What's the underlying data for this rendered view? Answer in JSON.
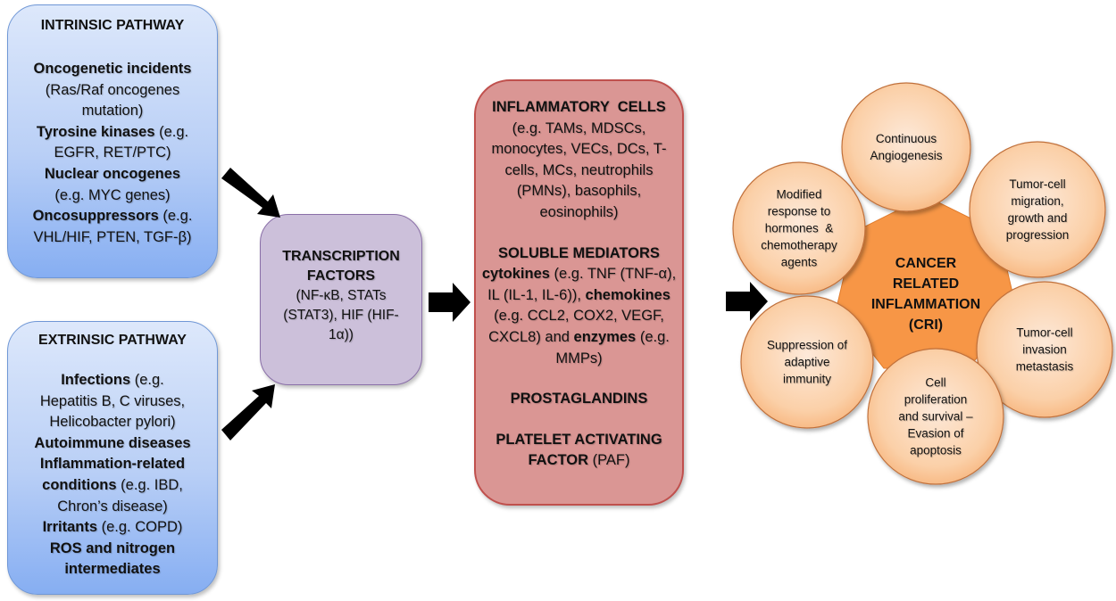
{
  "intrinsic": {
    "title": "INTRINSIC PATHWAY",
    "items": [
      {
        "bold": "Oncogenetic incidents",
        "rest": ""
      },
      {
        "bold": "",
        "rest": "(Ras/Raf oncogenes"
      },
      {
        "bold": "",
        "rest": "mutation)"
      },
      {
        "bold": "Tyrosine kinases",
        "rest": " (e.g."
      },
      {
        "bold": "",
        "rest": "EGFR, RET/PTC)"
      },
      {
        "bold": "Nuclear oncogenes",
        "rest": ""
      },
      {
        "bold": "",
        "rest": "(e.g. MYC genes)"
      },
      {
        "bold": "Oncosuppressors",
        "rest": " (e.g."
      },
      {
        "bold": "",
        "rest": "VHL/HIF, PTEN, TGF-β)"
      }
    ]
  },
  "extrinsic": {
    "title": "EXTRINSIC PATHWAY",
    "items": [
      {
        "bold": "Infections",
        "rest": " (e.g."
      },
      {
        "bold": "",
        "rest": "Hepatitis B, C viruses,"
      },
      {
        "bold": "",
        "rest": "Helicobacter pylori)"
      },
      {
        "bold": "Autoimmune diseases",
        "rest": ""
      },
      {
        "bold": "Inflammation-related",
        "rest": ""
      },
      {
        "bold": "conditions",
        "rest": " (e.g. IBD,"
      },
      {
        "bold": "",
        "rest": "Chron’s disease)"
      },
      {
        "bold": "Irritants",
        "rest": " (e.g. COPD)"
      },
      {
        "bold": "ROS and nitrogen",
        "rest": ""
      },
      {
        "bold": "intermediates",
        "rest": ""
      }
    ]
  },
  "transcription": {
    "title_lines": [
      "TRANSCRIPTION",
      "FACTORS"
    ],
    "detail_lines": [
      "(NF-κB, STATs",
      "(STAT3), HIF (HIF-",
      "1α))"
    ]
  },
  "mediators": {
    "cells_title": "INFLAMMATORY  CELLS",
    "cells_lines": [
      "(e.g. TAMs, MDSCs,",
      "monocytes, VECs, DCs, T-",
      "cells, MCs, neutrophils",
      "(PMNs), basophils,",
      "eosinophils)"
    ],
    "soluble_title": "SOLUBLE MEDIATORS",
    "soluble_lines": [
      {
        "bold": "cytokines",
        "rest": " (e.g. TNF (TNF-α),"
      },
      {
        "bold": "",
        "rest": "IL (IL-1, IL-6)), ",
        "bold2": "chemokines"
      },
      {
        "bold": "",
        "rest": "(e.g. CCL2, COX2, VEGF,"
      },
      {
        "bold": "",
        "rest": "CXCL8) and ",
        "bold2": "enzymes",
        "rest2": " (e.g."
      },
      {
        "bold": "",
        "rest": "MMPs)"
      }
    ],
    "prostaglandins": "PROSTAGLANDINS",
    "paf_line1": "PLATELET ACTIVATING",
    "paf_bold": "FACTOR",
    "paf_rest": " (PAF)"
  },
  "outcomes": {
    "center_lines": [
      "CANCER",
      "RELATED",
      "INFLAMMATION",
      "(CRI)"
    ],
    "circles": [
      {
        "id": "angiogenesis",
        "lines": [
          "Continuous",
          "Angiogenesis"
        ]
      },
      {
        "id": "migration",
        "lines": [
          "Tumor-cell",
          "migration,",
          "growth and",
          "progression"
        ]
      },
      {
        "id": "invasion",
        "lines": [
          "Tumor-cell",
          "invasion",
          "metastasis"
        ]
      },
      {
        "id": "proliferation",
        "lines": [
          "Cell",
          "proliferation",
          "and survival –",
          "Evasion of",
          "apoptosis"
        ]
      },
      {
        "id": "immunity",
        "lines": [
          "Suppression of",
          "adaptive",
          "immunity"
        ]
      },
      {
        "id": "hormones",
        "lines": [
          "Modified",
          "response to",
          "hormones  &",
          "chemotherapy",
          "agents"
        ]
      }
    ]
  },
  "colors": {
    "blue_fill": "#b9cff6",
    "purple_fill": "#ccc0da",
    "red_fill": "#da9694",
    "red_border": "#c0504d",
    "center_orange": "#f79646",
    "circle_fill": "#fbd4b4",
    "circle_border": "#c0703a",
    "arrow": "#000000"
  }
}
